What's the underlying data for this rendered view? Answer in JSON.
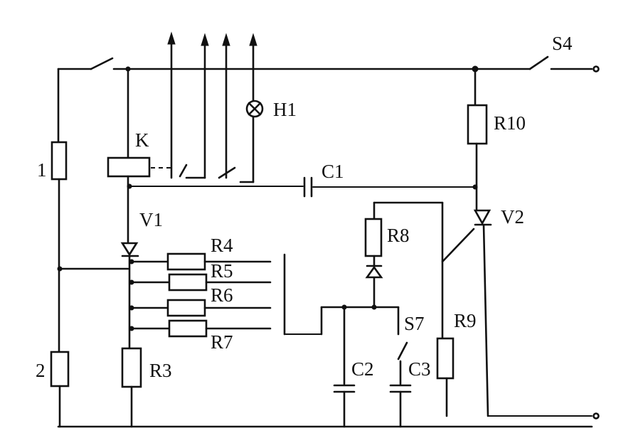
{
  "labels": {
    "s4": "S4",
    "h1": "H1",
    "r10": "R10",
    "k": "K",
    "c1": "C1",
    "r1": "1",
    "v1": "V1",
    "v2": "V2",
    "r8": "R8",
    "r4": "R4",
    "r5": "R5",
    "r6": "R6",
    "r7": "R7",
    "s7": "S7",
    "r9": "R9",
    "r2": "2",
    "r3": "R3",
    "c2": "C2",
    "c3": "C3"
  }
}
